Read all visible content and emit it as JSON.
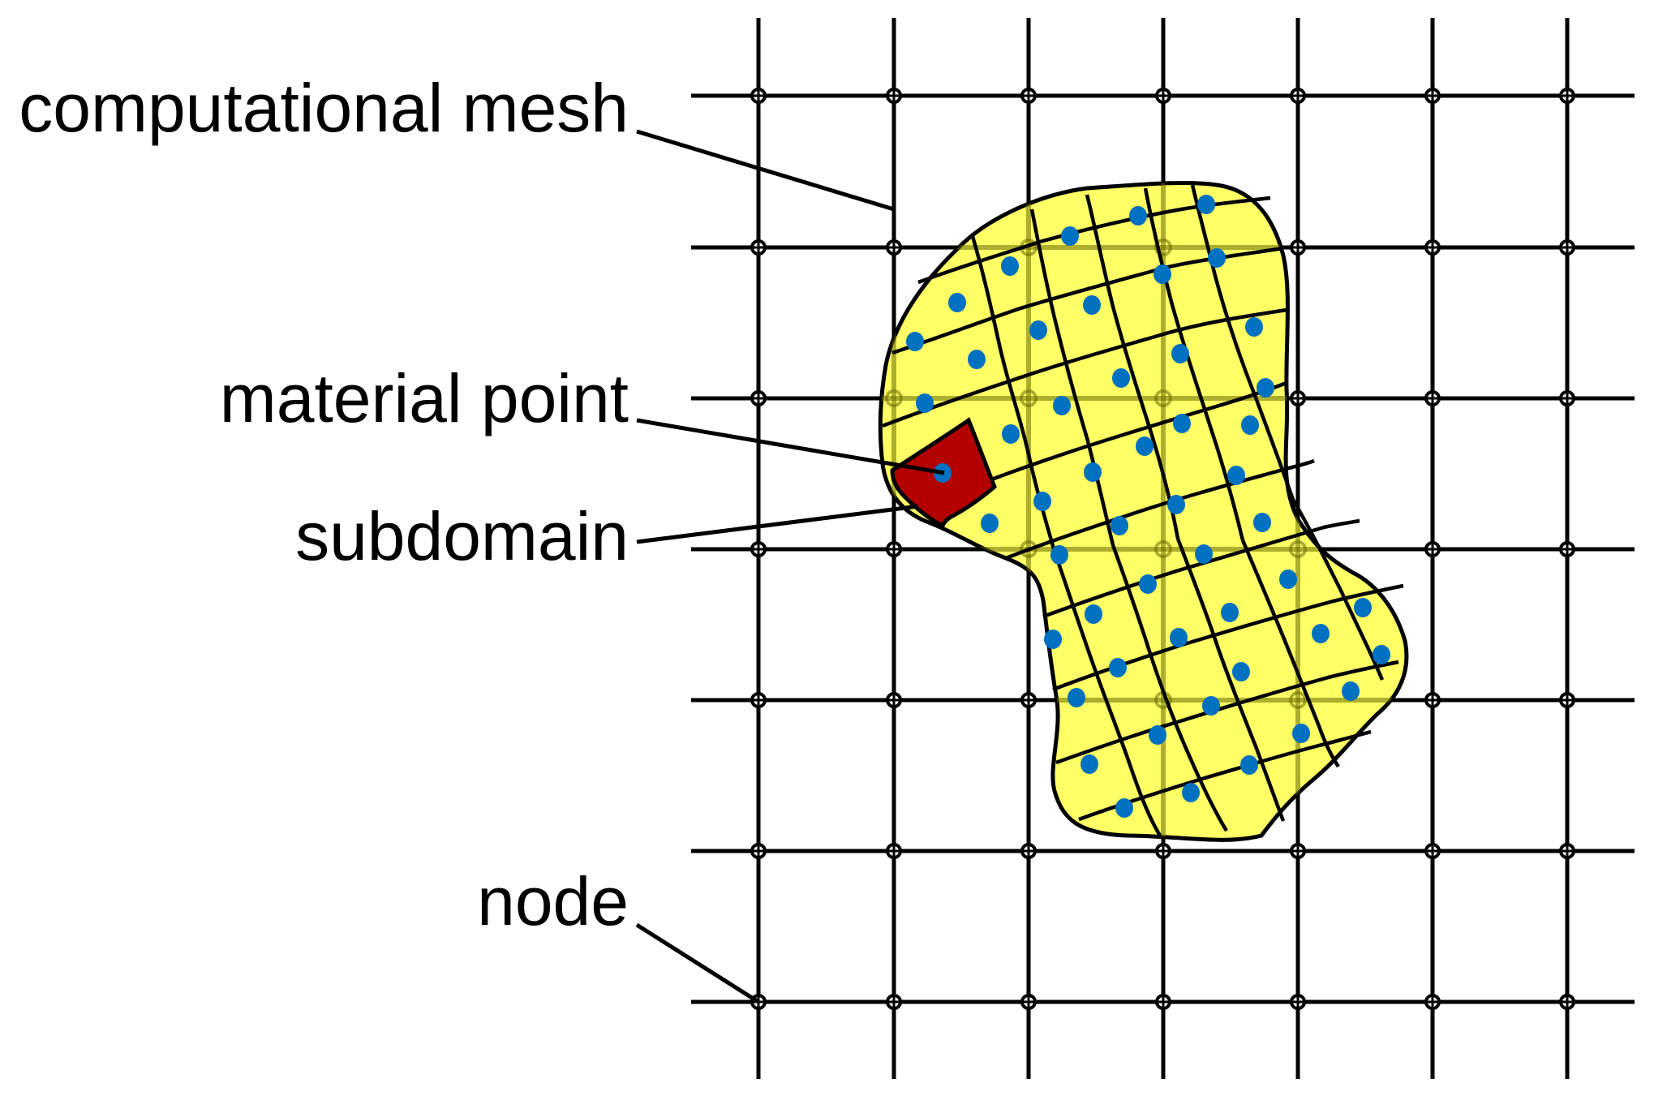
{
  "labels": {
    "computational_mesh": "computational mesh",
    "material_point": "material point",
    "subdomain": "subdomain",
    "node": "node"
  },
  "colors": {
    "background": "#ffffff",
    "grid": "#000000",
    "body_fill": "#ffff66",
    "subdomain_fill": "#b40000",
    "material_point": "#0070c0"
  }
}
